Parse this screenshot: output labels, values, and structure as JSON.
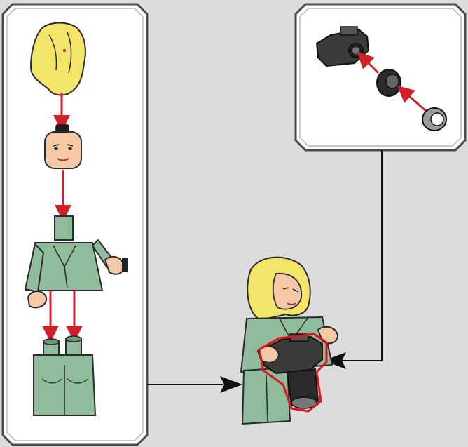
{
  "page": {
    "background": "#dcdcdc",
    "panel_fill": "#ffffff",
    "panel_stroke": "#4a4a4a",
    "arrow_red": "#d0212b",
    "connector_black": "#111111"
  },
  "panels": {
    "parts_panel": {
      "role": "minifigure parts exploded view"
    },
    "subassembly_panel": {
      "role": "camera sub-assembly"
    }
  },
  "parts": {
    "hair": {
      "color": "#f4e46a",
      "icon": "blonde-hair-piece"
    },
    "head": {
      "color": "#f6c9a6",
      "icon": "minifig-head"
    },
    "torso": {
      "color": "#8fbc9a",
      "icon": "green-torso"
    },
    "legs": {
      "color": "#8fbc9a",
      "icon": "green-legs"
    },
    "hands": {
      "color": "#f6c9a6",
      "icon": "minifig-hands"
    },
    "camera_body": {
      "color": "#3a3a3a",
      "icon": "camera-body"
    },
    "lens_ring": {
      "color": "#2a2a2a",
      "icon": "lens-ring"
    },
    "lens_cap": {
      "color": "#9a9a9a",
      "icon": "lens-cap"
    }
  },
  "callout": {
    "highlight_color": "#e0121e"
  }
}
